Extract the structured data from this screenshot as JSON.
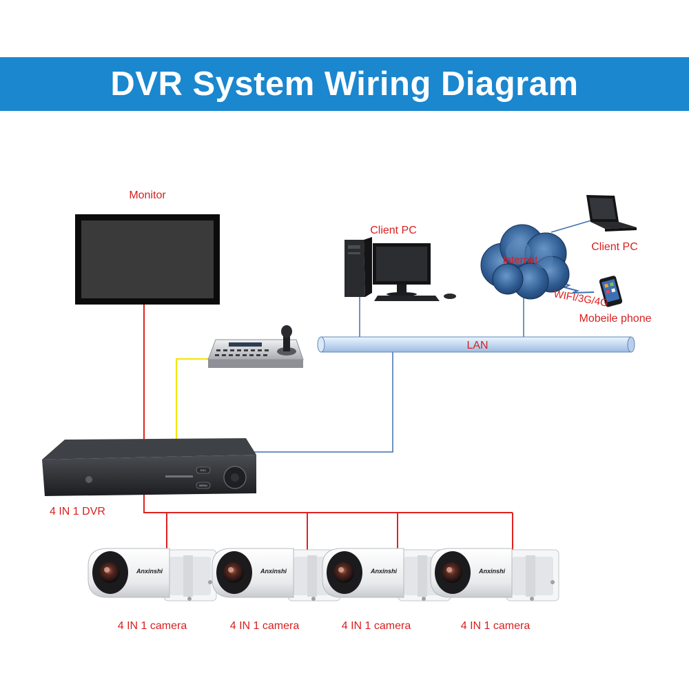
{
  "header": {
    "title": "DVR System Wiring Diagram"
  },
  "labels": {
    "monitor": "Monitor",
    "client_pc_desktop": "Client PC",
    "client_pc_laptop": "Client PC",
    "internet": "Internet",
    "wireless": "WIFI/3G/4G",
    "mobile_phone": "Mobeile phone",
    "lan": "LAN",
    "dvr": "4 IN 1 DVR",
    "camera_1": "4 IN 1 camera",
    "camera_2": "4 IN 1 camera",
    "camera_3": "4 IN 1 camera",
    "camera_4": "4 IN 1 camera"
  },
  "camera_brand": "Anxinshi",
  "dvr_buttons": {
    "esc": "ESC",
    "menu": "MENU"
  },
  "colors": {
    "banner": "#1a87cf",
    "label": "#d81e1e",
    "video_cable": "#e02020",
    "keyboard_cable": "#f2e600",
    "network_cable": "#3d6fb0",
    "lan_pipe": "#cfe0f4"
  },
  "icons": [
    "monitor-icon",
    "desktop-pc-icon",
    "laptop-icon",
    "cloud-icon",
    "smartphone-icon",
    "ptz-keyboard-icon",
    "dvr-icon",
    "bullet-camera-icon"
  ]
}
